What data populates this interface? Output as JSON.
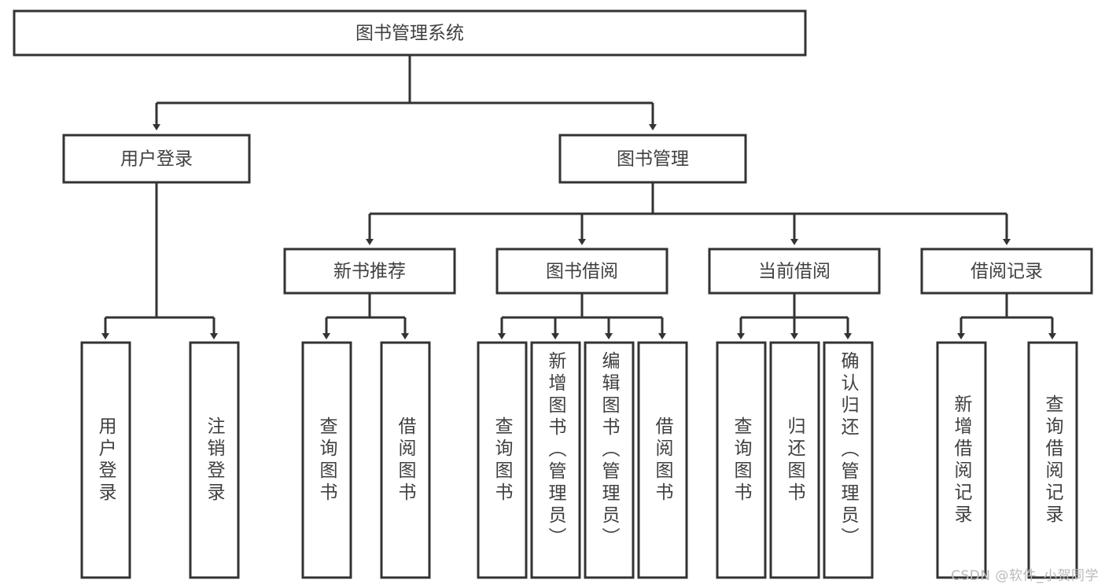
{
  "diagram": {
    "title_node": {
      "label": "图书管理系统"
    },
    "colors": {
      "box_stroke": "#333333",
      "box_fill": "#ffffff",
      "text": "#404040",
      "watermark": "#b9b9b9"
    },
    "level2": [
      {
        "id": "user-login",
        "label": "用户登录"
      },
      {
        "id": "book-manage",
        "label": "图书管理"
      }
    ],
    "level3": [
      {
        "id": "new-book-recommend",
        "label": "新书推荐",
        "parent": "book-manage"
      },
      {
        "id": "book-borrow",
        "label": "图书借阅",
        "parent": "book-manage"
      },
      {
        "id": "current-borrow",
        "label": "当前借阅",
        "parent": "book-manage"
      },
      {
        "id": "borrow-record",
        "label": "借阅记录",
        "parent": "book-manage"
      }
    ],
    "leaves": [
      {
        "id": "leaf-user-login",
        "label": "用户登录",
        "parent": "user-login",
        "align": "mid"
      },
      {
        "id": "leaf-logout",
        "label": "注销登录",
        "parent": "user-login",
        "align": "mid"
      },
      {
        "id": "leaf-query-book-1",
        "label": "查询图书",
        "parent": "new-book-recommend",
        "align": "mid"
      },
      {
        "id": "leaf-borrow-book-1",
        "label": "借阅图书",
        "parent": "new-book-recommend",
        "align": "mid"
      },
      {
        "id": "leaf-query-book-2",
        "label": "查询图书",
        "parent": "book-borrow",
        "align": "mid"
      },
      {
        "id": "leaf-add-book",
        "label": "新增图书（管理员）",
        "parent": "book-borrow",
        "align": "top"
      },
      {
        "id": "leaf-edit-book",
        "label": "编辑图书（管理员）",
        "parent": "book-borrow",
        "align": "top"
      },
      {
        "id": "leaf-borrow-book-2",
        "label": "借阅图书",
        "parent": "book-borrow",
        "align": "mid"
      },
      {
        "id": "leaf-query-book-3",
        "label": "查询图书",
        "parent": "current-borrow",
        "align": "mid"
      },
      {
        "id": "leaf-return-book",
        "label": "归还图书",
        "parent": "current-borrow",
        "align": "mid"
      },
      {
        "id": "leaf-confirm-return",
        "label": "确认归还（管理员）",
        "parent": "current-borrow",
        "align": "top"
      },
      {
        "id": "leaf-add-record",
        "label": "新增借阅记录",
        "parent": "borrow-record",
        "align": "mid"
      },
      {
        "id": "leaf-query-record",
        "label": "查询借阅记录",
        "parent": "borrow-record",
        "align": "mid"
      }
    ],
    "watermark": "CSDN @软件_小贺同学"
  }
}
